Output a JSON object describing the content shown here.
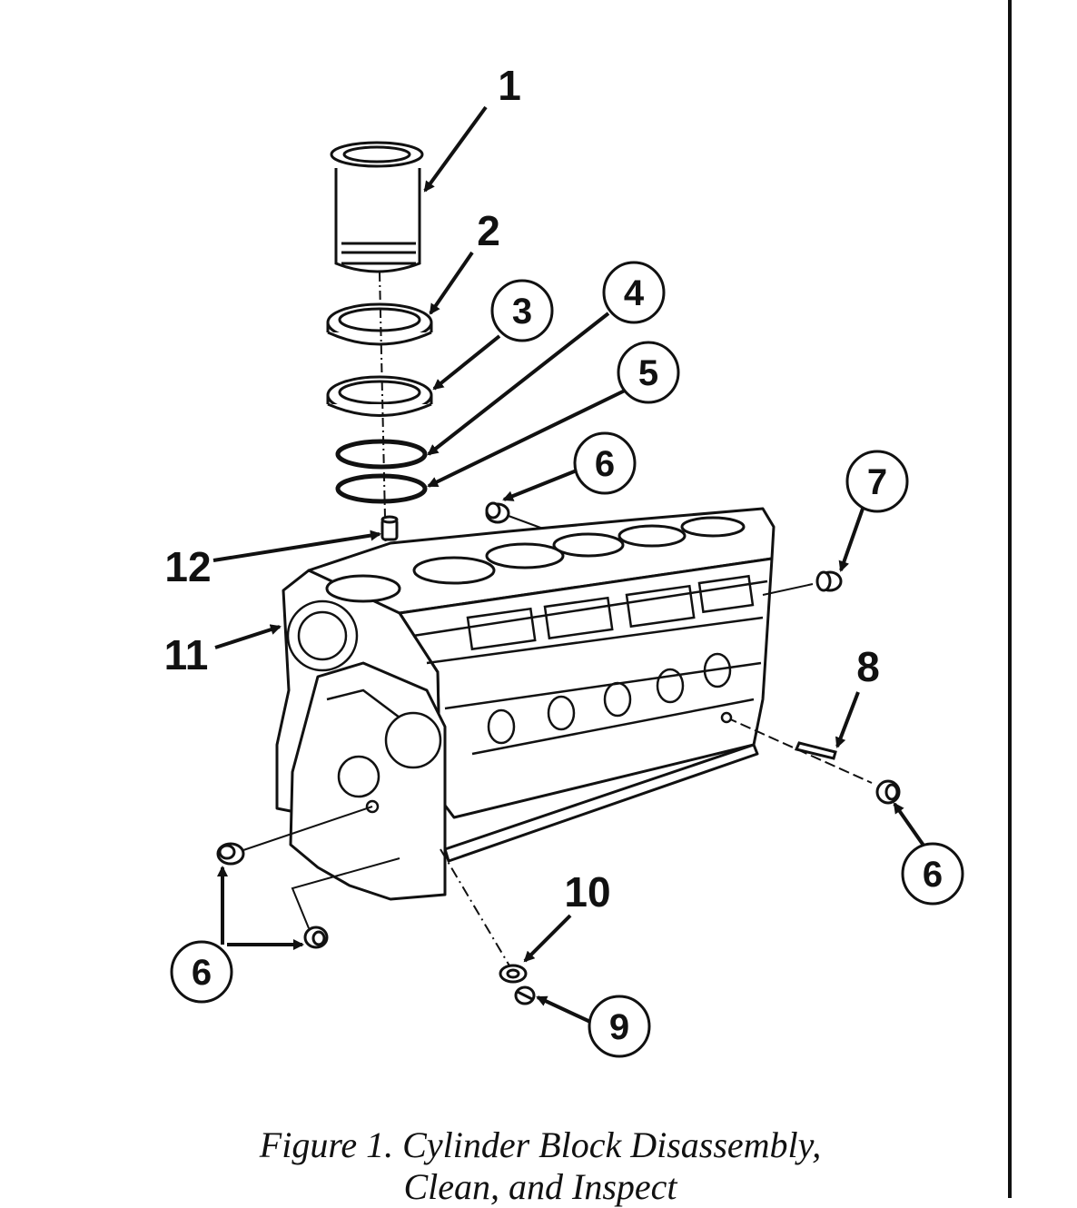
{
  "figure": {
    "caption_line1": "Figure 1.  Cylinder Block Disassembly,",
    "caption_line2": "Clean, and Inspect"
  },
  "callouts": {
    "c1": "1",
    "c2": "2",
    "c3": "3",
    "c4": "4",
    "c5": "5",
    "c6_top": "6",
    "c6_right": "6",
    "c6_bottom_left": "6",
    "c7": "7",
    "c8": "8",
    "c9": "9",
    "c10": "10",
    "c11": "11",
    "c12": "12"
  },
  "colors": {
    "ink": "#111111",
    "paper": "#ffffff"
  }
}
